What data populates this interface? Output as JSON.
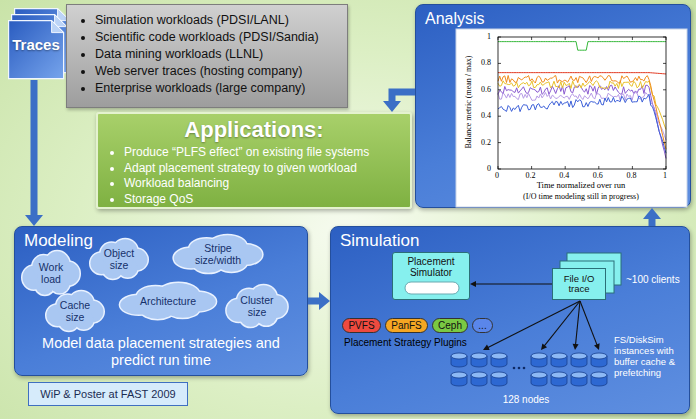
{
  "diagram": {
    "nodes": [
      {
        "text": [
          "Traces"
        ]
      },
      {
        "text": [
          "Simulation workloads (PDSI/LANL)",
          "Scientific code workloads (PDSI/Sandia)",
          "Data mining workloads (LLNL)",
          "Web server traces (hosting company)",
          "Enterprise workloads (large company)"
        ]
      },
      {
        "text": [
          "Applications:",
          "Produce “PLFS effect” on existing file systems",
          "Adapt placement strategy to given workload",
          "Workload balancing",
          "Storage QoS"
        ]
      },
      {
        "text": [
          "Analysis"
        ]
      },
      {
        "text": [
          "Modeling",
          "Model data placement strategies and predict run time"
        ]
      },
      {
        "text": [
          "Work load"
        ],
        "in": 4
      },
      {
        "text": [
          "Object size"
        ],
        "in": 4
      },
      {
        "text": [
          "Stripe size/width"
        ],
        "in": 4
      },
      {
        "text": [
          "Architecture"
        ],
        "in": 4
      },
      {
        "text": [
          "Cache size"
        ],
        "in": 4
      },
      {
        "text": [
          "Cluster size"
        ],
        "in": 4
      },
      {
        "text": [
          "WiP & Poster at FAST 2009"
        ]
      },
      {
        "text": [
          "Simulation"
        ]
      },
      {
        "text": [
          "Placement Simulator"
        ],
        "in": 12
      },
      {
        "text": [
          "File I/O trace"
        ],
        "in": 12
      },
      {
        "text": [
          "PVFS"
        ],
        "in": 12
      },
      {
        "text": [
          "PanFS"
        ],
        "in": 12
      },
      {
        "text": [
          "Ceph"
        ],
        "in": 12
      },
      {
        "text": [
          "..."
        ],
        "in": 12
      }
    ],
    "edges": [
      {
        "from": 0,
        "to": 4,
        "arrow": "to"
      },
      {
        "from": 4,
        "to": 12,
        "arrow": "to"
      },
      {
        "from": 12,
        "to": 3,
        "arrow": "to"
      },
      {
        "from": 3,
        "to": 2,
        "arrow": "to"
      },
      {
        "from": 14,
        "to": 13,
        "arrow": "to"
      }
    ],
    "labels": [
      "~100 clients",
      "Placement Strategy Plugins",
      "FS/DiskSim instances with buffer cache & prefetching",
      "128 nodes",
      "Balance metric (mean / max)",
      "0",
      "0.2",
      "0.4",
      "0.6",
      "0.8",
      "1",
      "0",
      "0.2",
      "0.4",
      "0.6",
      "0.8",
      "1",
      "Time normalized over run",
      "(I/O time modeling still in progress)"
    ]
  }
}
